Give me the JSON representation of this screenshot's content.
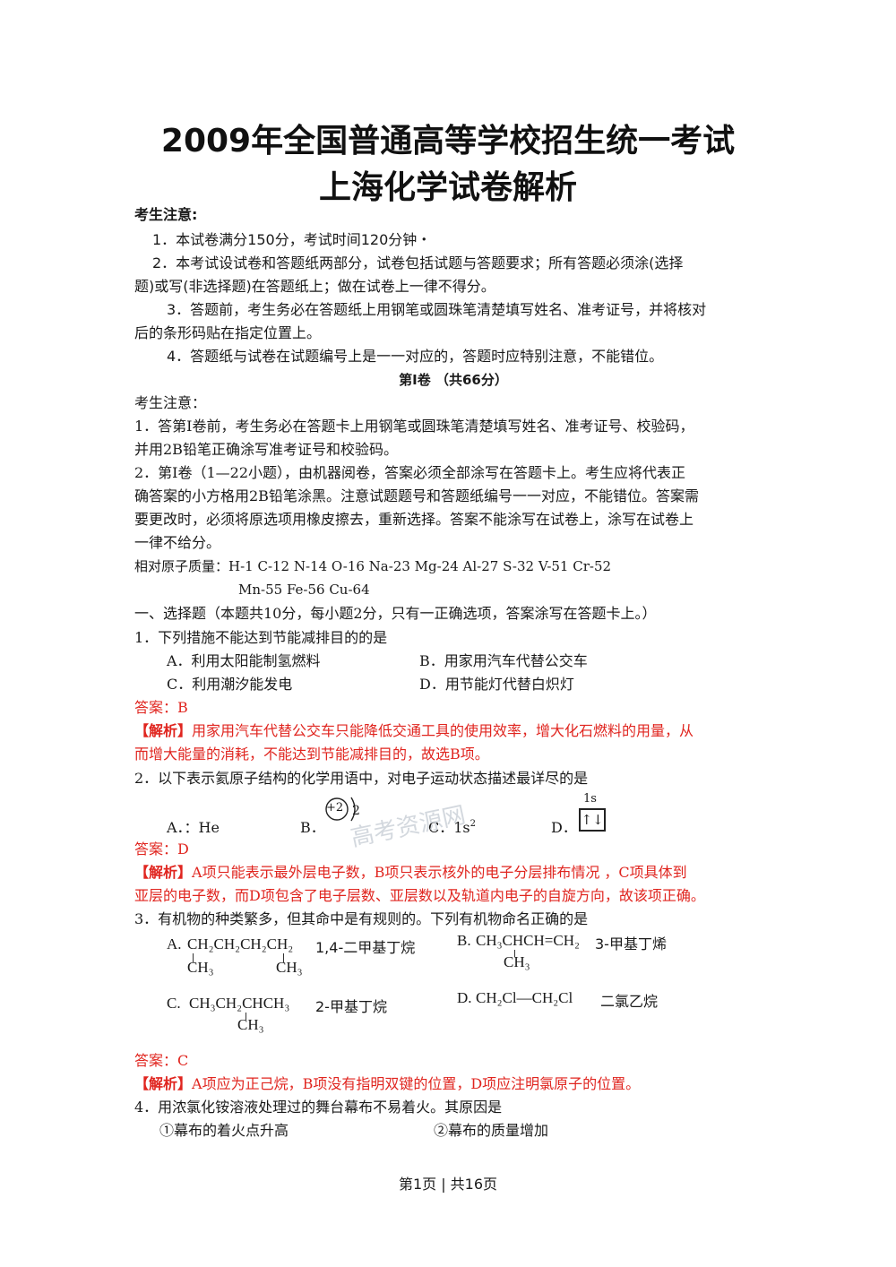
{
  "title": {
    "line1": "2009年全国普通高等学校招生统一考试",
    "line2": "上海化学试卷解析"
  },
  "notice": {
    "heading": "考生注意:",
    "items": [
      "1．本试卷满分150分，考试时间120分钟・",
      "2．本考试设试卷和答题纸两部分，试卷包括试题与答题要求；所有答题必须涂(选择",
      "题)或写(非选择题)在答题纸上；做在试卷上一律不得分。",
      "3．答题前，考生务必在答题纸上用钢笔或圆珠笔清楚填写姓名、准考证号，并将核对",
      "后的条形码贴在指定位置上。",
      "4．答题纸与试卷在试题编号上是一一对应的，答题时应特别注意，不能错位。"
    ]
  },
  "section1": {
    "heading": "第Ⅰ卷  （共66分）",
    "notice_heading": "考生注意：",
    "lines": [
      "1．答第Ⅰ卷前，考生务必在答题卡上用钢笔或圆珠笔清楚填写姓名、准考证号、校验码，",
      "并用2B铅笔正确涂写准考证号和校验码。",
      "2．第Ⅰ卷（1—22小题），由机器阅卷，答案必须全部涂写在答题卡上。考生应将代表正",
      "确答案的小方格用2B铅笔涂黑。注意试题题号和答题纸编号一一对应，不能错位。答案需",
      "要更改时，必须将原选项用橡皮擦去，重新选择。答案不能涂写在试卷上，涂写在试卷上",
      "一律不给分。"
    ],
    "atomic_mass_line1": "相对原子质量：H-1  C-12  N-14  O-16  Na-23  Mg-24  Al-27  S-32  V-51  Cr-52",
    "atomic_mass_line2": "Mn-55  Fe-56  Cu-64"
  },
  "part1": {
    "heading": "一、选择题（本题共10分，每小题2分，只有一正确选项，答案涂写在答题卡上。）"
  },
  "q1": {
    "stem": "1．下列措施不能达到节能减排目的的是",
    "options": [
      "A．利用太阳能制氢燃料",
      "B．用家用汽车代替公交车",
      "C．利用潮汐能发电",
      "D．用节能灯代替白炽灯"
    ],
    "answer": "答案：B",
    "analysis_tag": "【解析】",
    "analysis_line1": "用家用汽车代替公交车只能降低交通工具的使用效率，增大化石燃料的用量，从",
    "analysis_line2": "而增大能量的消耗，不能达到节能减排目的，故选B项。"
  },
  "q2": {
    "stem": "2．以下表示氦原子结构的化学用语中，对电子运动状态描述最详尽的是",
    "option_a": "A．：He",
    "option_b_label": "B．",
    "option_b_nucleus": "+2",
    "option_b_shell": "2",
    "option_c_label": "C．1s",
    "option_c_sup": "2",
    "option_d_label": "D．",
    "option_d_orbital": "1s",
    "option_d_arrows": "↑↓",
    "watermark": "高考资源网",
    "answer": "答案：D",
    "analysis_tag": "【解析】",
    "analysis_line1": "A项只能表示最外层电子数，B项只表示核外的电子分层排布情况 ，C项具体到",
    "analysis_line2": "亚层的电子数，而D项包含了电子层数、亚层数以及轨道内电子的自旋方向，故该项正确。"
  },
  "q3": {
    "stem": "3．有机物的种类繁多，但其命中是有规则的。下列有机物命名正确的是",
    "a_label": "A.",
    "a_main": "CH₂CH₂CH₂CH₂",
    "a_branch1": "CH₃",
    "a_branch2": "CH₃",
    "a_name": "1,4-二甲基丁烷",
    "b_label": "B.",
    "b_main": "CH₃CHCH=CH₂",
    "b_branch": "CH₃",
    "b_name": "3-甲基丁烯",
    "c_label": "C.",
    "c_main": "CH₃CH₂CHCH₃",
    "c_branch": "CH₃",
    "c_name": "2-甲基丁烷",
    "d_label": "D.",
    "d_main": "CH₂Cl—CH₂Cl",
    "d_name": "二氯乙烷",
    "answer": "答案：C",
    "analysis_tag": "【解析】",
    "analysis": "A项应为正己烷，B项没有指明双键的位置，D项应注明氯原子的位置。"
  },
  "q4": {
    "stem": "4．用浓氯化铵溶液处理过的舞台幕布不易着火。其原因是",
    "item1": "①幕布的着火点升高",
    "item2": "②幕布的质量增加"
  },
  "footer": "第1页 | 共16页"
}
